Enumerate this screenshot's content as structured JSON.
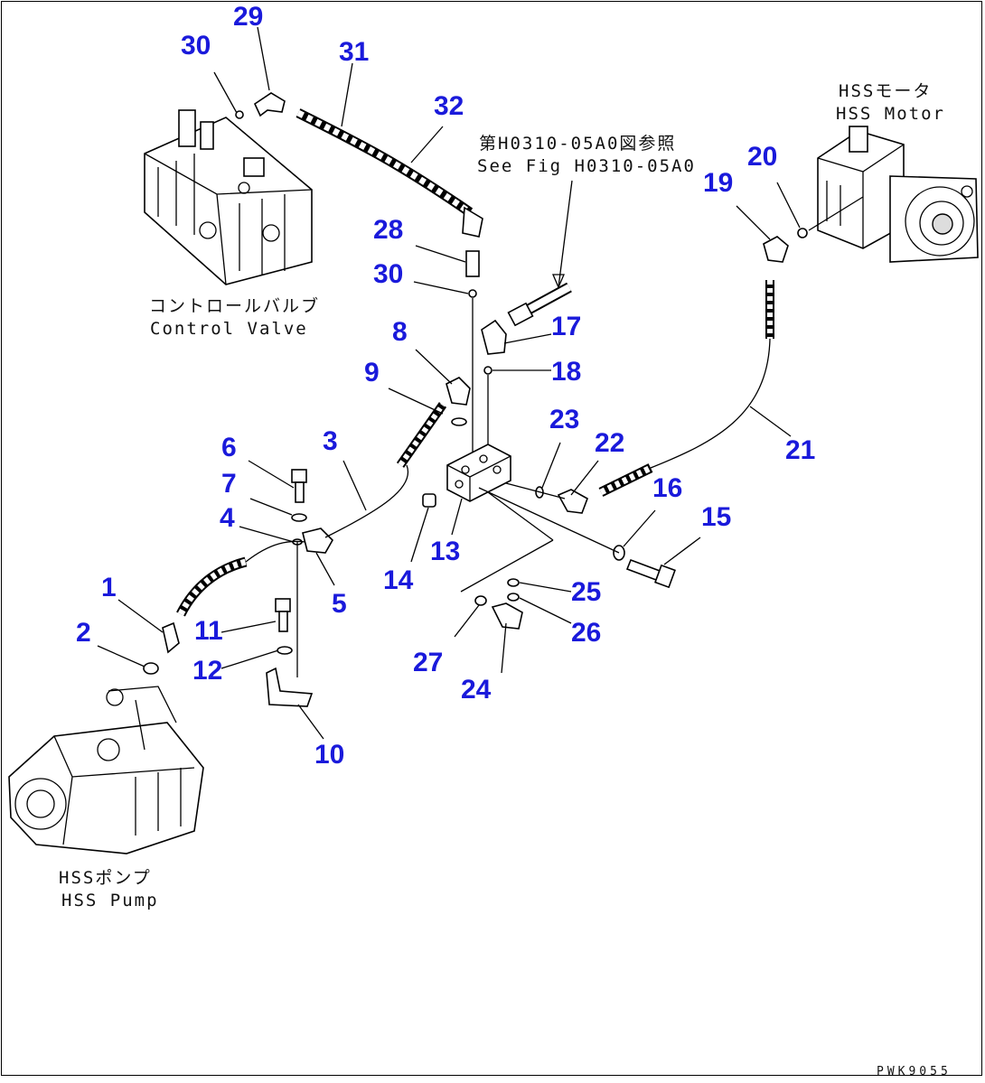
{
  "callouts": [
    "1",
    "2",
    "3",
    "4",
    "5",
    "6",
    "7",
    "8",
    "9",
    "10",
    "11",
    "12",
    "13",
    "14",
    "15",
    "16",
    "17",
    "18",
    "19",
    "20",
    "21",
    "22",
    "23",
    "24",
    "25",
    "26",
    "27",
    "28",
    "29",
    "30",
    "30",
    "31",
    "32"
  ],
  "captions": {
    "control_valve_jp": "コントロールバルブ",
    "control_valve_en": "Control Valve",
    "hss_motor_jp": "HSSモータ",
    "hss_motor_en": "HSS Motor",
    "hss_pump_jp": "HSSポンプ",
    "hss_pump_en": "HSS Pump",
    "ref_jp": "第H0310-05A0図参照",
    "ref_en": "See Fig H0310-05A0"
  },
  "drawing_code": "PWK9055",
  "colors": {
    "callout": "#1a1adb",
    "line": "#000000"
  }
}
